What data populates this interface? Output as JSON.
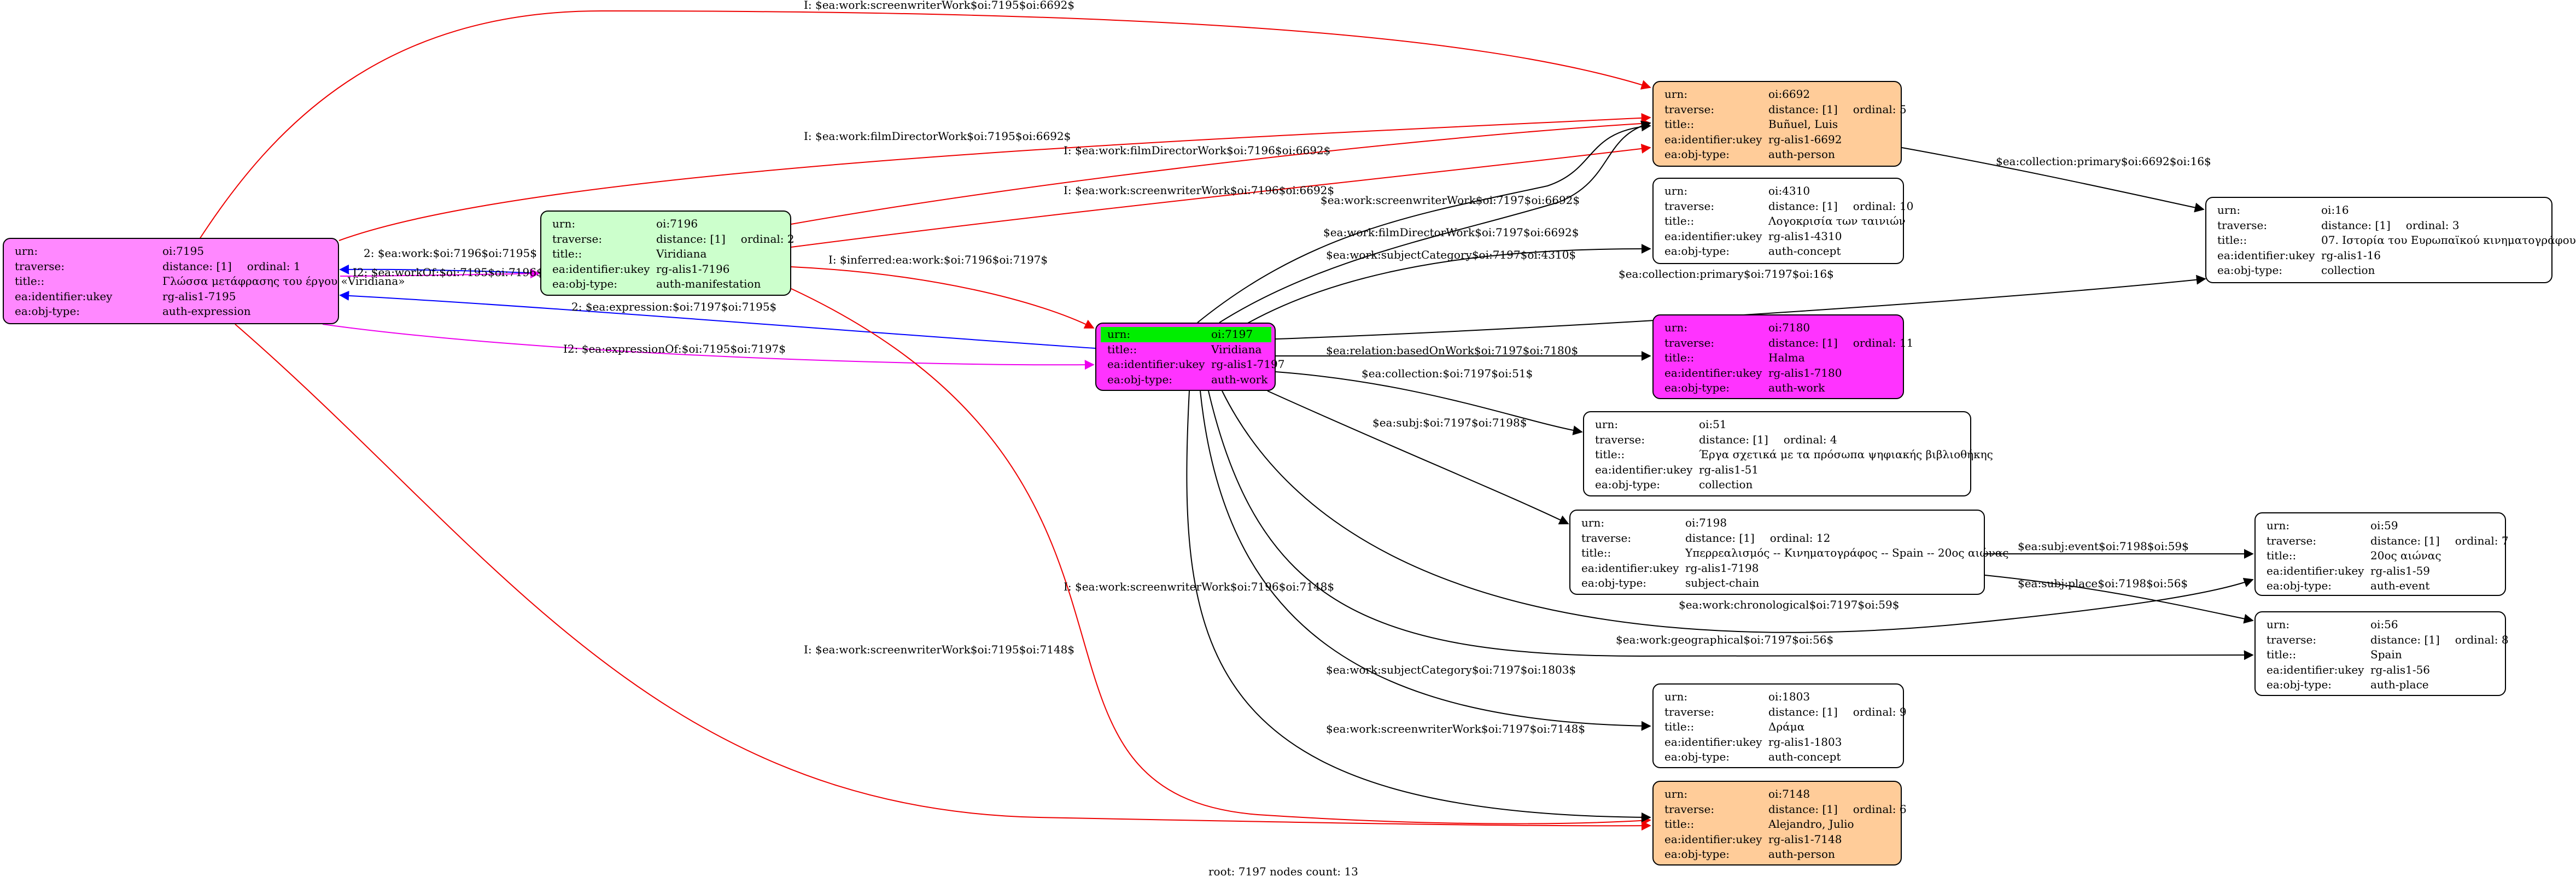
{
  "footer": "root: 7197 nodes count: 13",
  "colors": {
    "root_highlight": "#00ee00",
    "red": "#ee0000",
    "blue": "#0000ff",
    "magenta": "#ee00ee",
    "black": "#000000"
  },
  "nodes": [
    {
      "id": "n7195",
      "fill": "#ff88ff",
      "rows": [
        [
          "urn:",
          "oi:7195",
          ""
        ],
        [
          "traverse:",
          "distance: [1]",
          "ordinal: 1"
        ],
        [
          "title::",
          "Γλώσσα μετάφρασης του έργου «Viridiana»",
          ""
        ],
        [
          "ea:identifier:ukey",
          "rg-alis1-7195",
          ""
        ],
        [
          "ea:obj-type:",
          "auth-expression",
          ""
        ]
      ]
    },
    {
      "id": "n7196",
      "fill": "#ccffcc",
      "rows": [
        [
          "urn:",
          "oi:7196",
          ""
        ],
        [
          "traverse:",
          "distance: [1]",
          "ordinal: 2"
        ],
        [
          "title::",
          "Viridiana",
          ""
        ],
        [
          "ea:identifier:ukey",
          "rg-alis1-7196",
          ""
        ],
        [
          "ea:obj-type:",
          "auth-manifestation",
          ""
        ]
      ]
    },
    {
      "id": "n7197",
      "fill": "#ff33ff",
      "rows": [
        [
          "urn:",
          "oi:7197",
          ""
        ],
        [
          "title::",
          "Viridiana",
          ""
        ],
        [
          "ea:identifier:ukey",
          "rg-alis1-7197",
          ""
        ],
        [
          "ea:obj-type:",
          "auth-work",
          ""
        ]
      ]
    },
    {
      "id": "n6692",
      "fill": "#ffcc99",
      "rows": [
        [
          "urn:",
          "oi:6692",
          ""
        ],
        [
          "traverse:",
          "distance: [1]",
          "ordinal: 5"
        ],
        [
          "title::",
          "Buñuel, Luis",
          ""
        ],
        [
          "ea:identifier:ukey",
          "rg-alis1-6692",
          ""
        ],
        [
          "ea:obj-type:",
          "auth-person",
          ""
        ]
      ]
    },
    {
      "id": "n4310",
      "fill": "#ffffff",
      "rows": [
        [
          "urn:",
          "oi:4310",
          ""
        ],
        [
          "traverse:",
          "distance: [1]",
          "ordinal: 10"
        ],
        [
          "title::",
          "Λογοκρισία των ταινιών",
          ""
        ],
        [
          "ea:identifier:ukey",
          "rg-alis1-4310",
          ""
        ],
        [
          "ea:obj-type:",
          "auth-concept",
          ""
        ]
      ]
    },
    {
      "id": "n7180",
      "fill": "#ff33ff",
      "rows": [
        [
          "urn:",
          "oi:7180",
          ""
        ],
        [
          "traverse:",
          "distance: [1]",
          "ordinal: 11"
        ],
        [
          "title::",
          "Halma",
          ""
        ],
        [
          "ea:identifier:ukey",
          "rg-alis1-7180",
          ""
        ],
        [
          "ea:obj-type:",
          "auth-work",
          ""
        ]
      ]
    },
    {
      "id": "n51",
      "fill": "#ffffff",
      "rows": [
        [
          "urn:",
          "oi:51",
          ""
        ],
        [
          "traverse:",
          "distance: [1]",
          "ordinal: 4"
        ],
        [
          "title::",
          "Έργα σχετικά με τα πρόσωπα ψηφιακής βιβλιοθήκης",
          ""
        ],
        [
          "ea:identifier:ukey",
          "rg-alis1-51",
          ""
        ],
        [
          "ea:obj-type:",
          "collection",
          ""
        ]
      ]
    },
    {
      "id": "n7198",
      "fill": "#ffffff",
      "rows": [
        [
          "urn:",
          "oi:7198",
          ""
        ],
        [
          "traverse:",
          "distance: [1]",
          "ordinal: 12"
        ],
        [
          "title::",
          "Υπερρεαλισμός -- Κινηματογράφος -- Spain -- 20ος αιώνας",
          ""
        ],
        [
          "ea:identifier:ukey",
          "rg-alis1-7198",
          ""
        ],
        [
          "ea:obj-type:",
          "subject-chain",
          ""
        ]
      ]
    },
    {
      "id": "n1803",
      "fill": "#ffffff",
      "rows": [
        [
          "urn:",
          "oi:1803",
          ""
        ],
        [
          "traverse:",
          "distance: [1]",
          "ordinal: 9"
        ],
        [
          "title::",
          "Δράμα",
          ""
        ],
        [
          "ea:identifier:ukey",
          "rg-alis1-1803",
          ""
        ],
        [
          "ea:obj-type:",
          "auth-concept",
          ""
        ]
      ]
    },
    {
      "id": "n7148",
      "fill": "#ffcc99",
      "rows": [
        [
          "urn:",
          "oi:7148",
          ""
        ],
        [
          "traverse:",
          "distance: [1]",
          "ordinal: 6"
        ],
        [
          "title::",
          "Alejandro, Julio",
          ""
        ],
        [
          "ea:identifier:ukey",
          "rg-alis1-7148",
          ""
        ],
        [
          "ea:obj-type:",
          "auth-person",
          ""
        ]
      ]
    },
    {
      "id": "n16",
      "fill": "#ffffff",
      "rows": [
        [
          "urn:",
          "oi:16",
          ""
        ],
        [
          "traverse:",
          "distance: [1]",
          "ordinal: 3"
        ],
        [
          "title::",
          "07. Ιστορία του Ευρωπαϊκού κινηματογράφου",
          ""
        ],
        [
          "ea:identifier:ukey",
          "rg-alis1-16",
          ""
        ],
        [
          "ea:obj-type:",
          "collection",
          ""
        ]
      ]
    },
    {
      "id": "n59",
      "fill": "#ffffff",
      "rows": [
        [
          "urn:",
          "oi:59",
          ""
        ],
        [
          "traverse:",
          "distance: [1]",
          "ordinal: 7"
        ],
        [
          "title::",
          "20ος αιώνας",
          ""
        ],
        [
          "ea:identifier:ukey",
          "rg-alis1-59",
          ""
        ],
        [
          "ea:obj-type:",
          "auth-event",
          ""
        ]
      ]
    },
    {
      "id": "n56",
      "fill": "#ffffff",
      "rows": [
        [
          "urn:",
          "oi:56",
          ""
        ],
        [
          "traverse:",
          "distance: [1]",
          "ordinal: 8"
        ],
        [
          "title::",
          "Spain",
          ""
        ],
        [
          "ea:identifier:ukey",
          "rg-alis1-56",
          ""
        ],
        [
          "ea:obj-type:",
          "auth-place",
          ""
        ]
      ]
    }
  ],
  "edges": [
    {
      "id": "e1",
      "label": "I: $ea:work:screenwriterWork$oi:7195$oi:6692$",
      "color": "red"
    },
    {
      "id": "e2",
      "label": "I: $ea:work:filmDirectorWork$oi:7195$oi:6692$",
      "color": "red"
    },
    {
      "id": "e3",
      "label": "I: $ea:work:filmDirectorWork$oi:7196$oi:6692$",
      "color": "red"
    },
    {
      "id": "e4",
      "label": "I: $ea:work:screenwriterWork$oi:7196$oi:6692$",
      "color": "red"
    },
    {
      "id": "e5",
      "label": "2: $ea:work:$oi:7196$oi:7195$",
      "color": "blue"
    },
    {
      "id": "e6",
      "label": "I2: $ea:workOf:$oi:7195$oi:7196$",
      "color": "magenta"
    },
    {
      "id": "e7",
      "label": "I: $inferred:ea:work:$oi:7196$oi:7197$",
      "color": "red"
    },
    {
      "id": "e8",
      "label": "2: $ea:expression:$oi:7197$oi:7195$",
      "color": "blue"
    },
    {
      "id": "e9",
      "label": "I2: $ea:expressionOf:$oi:7195$oi:7197$",
      "color": "magenta"
    },
    {
      "id": "e10",
      "label": "I: $ea:work:screenwriterWork$oi:7196$oi:7148$",
      "color": "red"
    },
    {
      "id": "e11",
      "label": "I: $ea:work:screenwriterWork$oi:7195$oi:7148$",
      "color": "red"
    },
    {
      "id": "e12",
      "label": "$ea:work:screenwriterWork$oi:7197$oi:6692$",
      "color": "black"
    },
    {
      "id": "e13",
      "label": "$ea:work:filmDirectorWork$oi:7197$oi:6692$",
      "color": "black"
    },
    {
      "id": "e14",
      "label": "$ea:work:subjectCategory$oi:7197$oi:4310$",
      "color": "black"
    },
    {
      "id": "e15",
      "label": "$ea:collection:primary$oi:7197$oi:16$",
      "color": "black"
    },
    {
      "id": "e16",
      "label": "$ea:relation:basedOnWork$oi:7197$oi:7180$",
      "color": "black"
    },
    {
      "id": "e17",
      "label": "$ea:collection:$oi:7197$oi:51$",
      "color": "black"
    },
    {
      "id": "e18",
      "label": "$ea:subj:$oi:7197$oi:7198$",
      "color": "black"
    },
    {
      "id": "e19",
      "label": "$ea:work:chronological$oi:7197$oi:59$",
      "color": "black"
    },
    {
      "id": "e20",
      "label": "$ea:work:geographical$oi:7197$oi:56$",
      "color": "black"
    },
    {
      "id": "e21",
      "label": "$ea:work:subjectCategory$oi:7197$oi:1803$",
      "color": "black"
    },
    {
      "id": "e22",
      "label": "$ea:work:screenwriterWork$oi:7197$oi:7148$",
      "color": "black"
    },
    {
      "id": "e23",
      "label": "$ea:collection:primary$oi:6692$oi:16$",
      "color": "black"
    },
    {
      "id": "e24",
      "label": "$ea:subj:event$oi:7198$oi:59$",
      "color": "black"
    },
    {
      "id": "e25",
      "label": "$ea:subj:place$oi:7198$oi:56$",
      "color": "black"
    }
  ]
}
